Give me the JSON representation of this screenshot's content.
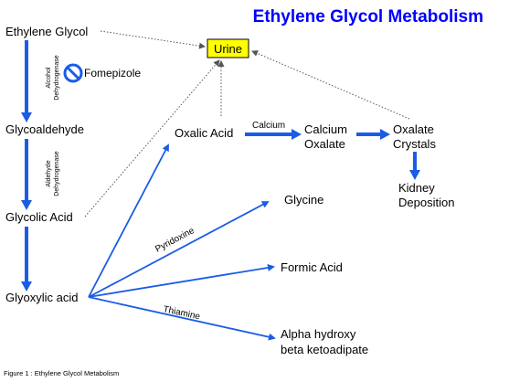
{
  "title": "Ethylene Glycol Metabolism",
  "caption": "Figure 1 : Ethylene Glycol Metabolism",
  "colors": {
    "arrow": "#1a5ce6",
    "title": "#0000ff",
    "urine_box": "#ffff00",
    "dotted": "#555555"
  },
  "nodes": {
    "ethylene_glycol": "Ethylene Glycol",
    "glycoaldehyde": "Glycoaldehyde",
    "glycolic_acid": "Glycolic Acid",
    "glyoxylic_acid": "Glyoxylic acid",
    "urine": "Urine",
    "oxalic_acid": "Oxalic Acid",
    "calcium_oxalate": [
      "Calcium",
      "Oxalate"
    ],
    "oxalate_crystals": [
      "Oxalate",
      "Crystals"
    ],
    "kidney_deposition": [
      "Kidney",
      "Deposition"
    ],
    "glycine": "Glycine",
    "formic_acid": "Formic Acid",
    "alpha_hydroxy": [
      "Alpha hydroxy",
      "beta ketoadipate"
    ]
  },
  "edge_labels": {
    "enzyme1": [
      "Alcohol",
      "Dehydrogenase"
    ],
    "enzyme2": [
      "Aldehyde",
      "Dehydrogenase"
    ],
    "fomepizole": "Fomepizole",
    "calcium": "Calcium",
    "pyridoxine": "Pyridoxine",
    "thiamine": "Thiamine"
  },
  "icons": {
    "inhibitor": "prohibited-icon"
  }
}
